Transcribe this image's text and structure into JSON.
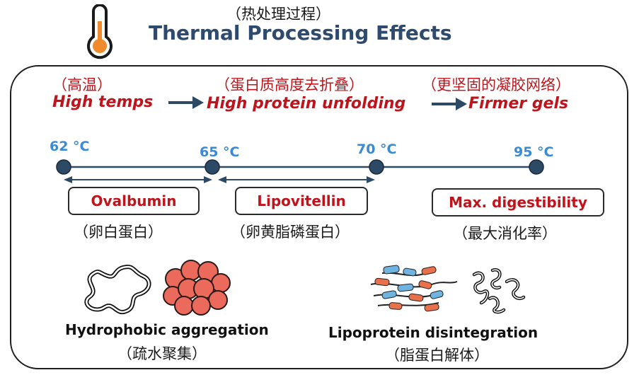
{
  "header": {
    "subtitle_cn": "（热处理过程）",
    "title": "Thermal Processing Effects"
  },
  "flow": {
    "steps": [
      {
        "cn": "（高温）",
        "en": "High temps"
      },
      {
        "cn": "（蛋白质高度去折叠）",
        "en": "High protein unfolding"
      },
      {
        "cn": "（更坚固的凝胶网络）",
        "en": "Firmer gels"
      }
    ]
  },
  "timeline": {
    "temps": [
      "62 °C",
      "65 °C",
      "70 °C",
      "95 °C"
    ]
  },
  "labels": [
    {
      "en": "Ovalbumin",
      "cn": "（卵白蛋白）"
    },
    {
      "en": "Lipovitellin",
      "cn": "（卵黄脂磷蛋白）"
    },
    {
      "en": "Max. digestibility",
      "cn": "（最大消化率）"
    }
  ],
  "effects": [
    {
      "en": "Hydrophobic aggregation",
      "cn": "（疏水聚集）"
    },
    {
      "en": "Lipoprotein disintegration",
      "cn": "（脂蛋白解体）"
    }
  ],
  "colors": {
    "title": "#2e4a6e",
    "red": "#c0141c",
    "blue_text": "#3a8ad6",
    "node": "#2c4a66",
    "aggregate": "#ec6a5c",
    "lipo_blue": "#6fb4e0",
    "lipo_orange": "#e8714c",
    "thermo_orange": "#f08a2c"
  },
  "icons": {
    "thermometer": "thermometer-icon",
    "arrow": "right-arrow-icon"
  }
}
